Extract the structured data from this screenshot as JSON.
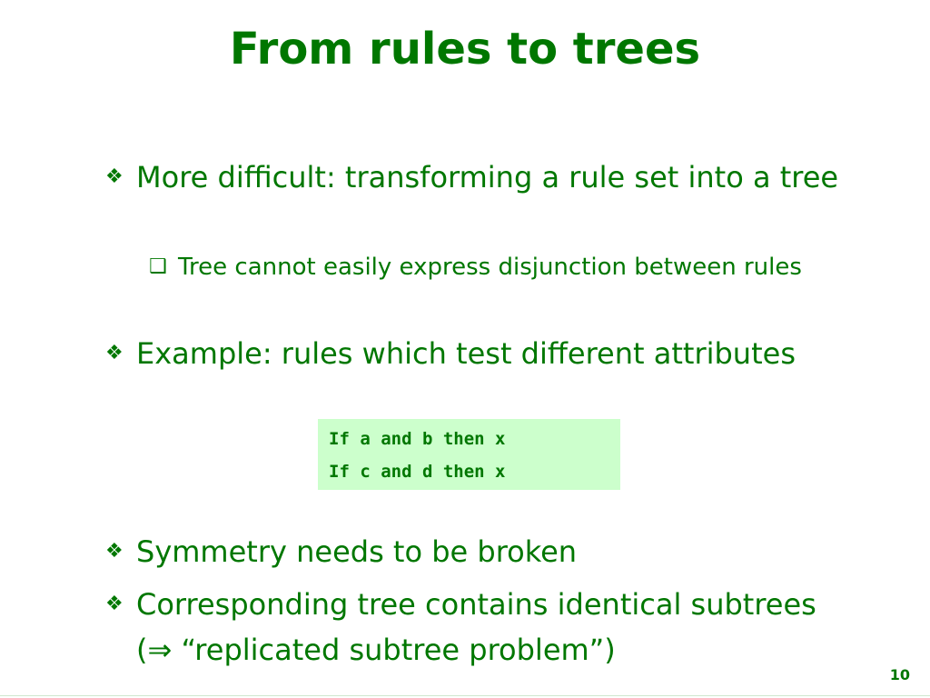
{
  "slide": {
    "title": "From rules to trees",
    "bullets": [
      {
        "marker": "❖",
        "text": "More difficult: transforming a rule set into a tree",
        "sub": [
          {
            "marker": "❑",
            "text": "Tree cannot easily express disjunction between rules"
          }
        ]
      },
      {
        "marker": "❖",
        "text": "Example: rules which test different attributes"
      },
      {
        "marker": "❖",
        "text": "Symmetry needs to be broken"
      },
      {
        "marker": "❖",
        "text": "Corresponding tree contains identical subtrees (⇒ “replicated subtree problem”)"
      }
    ],
    "code_lines": [
      "If a and b then x",
      "If c and d then x"
    ],
    "page_number": "10"
  },
  "colors": {
    "text": "#007700",
    "code_background": "#ccffcc",
    "background": "#ffffff"
  }
}
